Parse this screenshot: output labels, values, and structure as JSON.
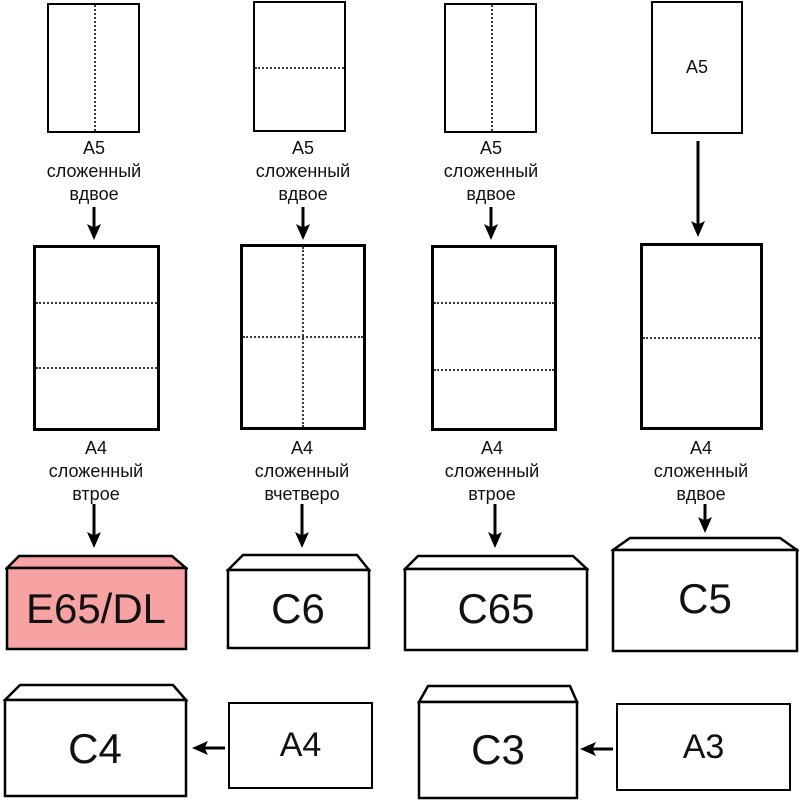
{
  "colors": {
    "background": "#ffffff",
    "line": "#000000",
    "text": "#111111",
    "fold_line": "#3a3a3a",
    "highlight": "#f7a3a3"
  },
  "papers_row1": [
    {
      "fold": "vertical-half",
      "caption": [
        "A5",
        "сложенный",
        "вдвое"
      ]
    },
    {
      "fold": "horizontal-half",
      "caption": [
        "A5",
        "сложенный",
        "вдвое"
      ]
    },
    {
      "fold": "vertical-half",
      "caption": [
        "A5",
        "сложенный",
        "вдвое"
      ]
    },
    {
      "fold": "none",
      "inner_label": "A5"
    }
  ],
  "papers_row2": [
    {
      "fold": "thirds-horizontal",
      "caption": [
        "A4",
        "сложенный",
        "втрое"
      ]
    },
    {
      "fold": "quarters-cross",
      "caption": [
        "A4",
        "сложенный",
        "вчетверо"
      ]
    },
    {
      "fold": "thirds-horizontal",
      "caption": [
        "A4",
        "сложенный",
        "втрое"
      ]
    },
    {
      "fold": "horizontal-half",
      "caption": [
        "A4",
        "сложенный",
        "вдвое"
      ]
    }
  ],
  "envelopes_row3": [
    {
      "label": "E65/DL",
      "highlighted": true
    },
    {
      "label": "C6",
      "highlighted": false
    },
    {
      "label": "C65",
      "highlighted": false
    },
    {
      "label": "C5",
      "highlighted": false
    }
  ],
  "row4": {
    "envelopes": [
      {
        "label": "C4"
      },
      {
        "label": "C3"
      }
    ],
    "papers": [
      {
        "label": "A4"
      },
      {
        "label": "A3"
      }
    ]
  }
}
